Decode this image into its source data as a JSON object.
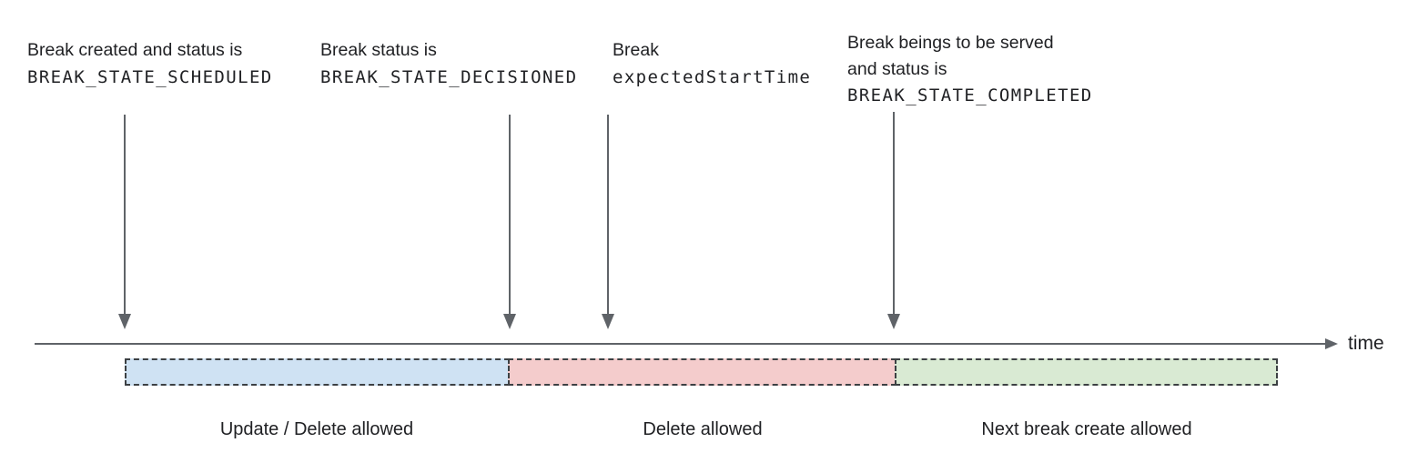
{
  "colors": {
    "arrow_gray": "#5f6368",
    "dash_border": "#3c4043",
    "segment_blue": "#cfe2f3",
    "segment_red": "#f4cccc",
    "segment_green": "#d9ead3",
    "text": "#202124"
  },
  "annotations": [
    {
      "lines": [
        "Break created and status is",
        "BREAK_STATE_SCHEDULED"
      ]
    },
    {
      "lines": [
        "Break status is",
        "BREAK_STATE_DECISIONED"
      ]
    },
    {
      "lines": [
        "Break",
        "expectedStartTime"
      ]
    },
    {
      "lines": [
        "Break beings to be served",
        "and status is",
        "BREAK_STATE_COMPLETED"
      ]
    }
  ],
  "timeline": {
    "label": "time"
  },
  "segments": [
    {
      "caption": "Update / Delete allowed"
    },
    {
      "caption": "Delete allowed"
    },
    {
      "caption": "Next break create allowed"
    }
  ]
}
